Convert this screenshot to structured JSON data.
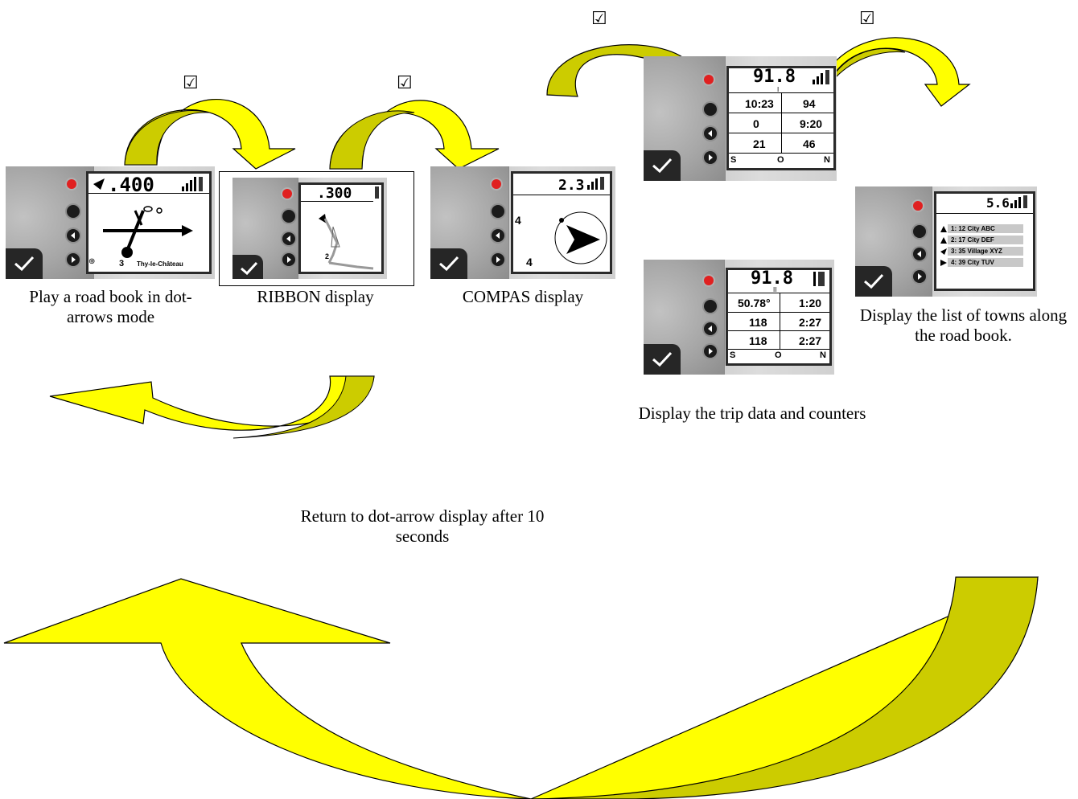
{
  "checkmarks": [
    "☑",
    "☑",
    "☑",
    "☑"
  ],
  "colors": {
    "arrow_fill": "#ffff00",
    "arrow_shade": "#cccc00",
    "arrow_stroke": "#000000",
    "device_screen": "#ffffff",
    "power_button": "#e02020"
  },
  "devices": {
    "dot_arrows": {
      "distance": ".400",
      "waypoint_number": "3",
      "town": "Thy-le-Château"
    },
    "ribbon": {
      "distance": ".300",
      "waypoint_number": "2"
    },
    "compas": {
      "distance": "2.3",
      "value_top": "4",
      "value_bottom": "4"
    },
    "trip1": {
      "distance": "91.8",
      "page": "I",
      "cells": [
        "10:23",
        "94",
        "0",
        "9:20",
        "21",
        "46"
      ],
      "compass_letters": [
        "S",
        "O",
        "N"
      ]
    },
    "trip2": {
      "distance": "91.8",
      "page": "II",
      "cells": [
        "50.78°",
        "1:20",
        "118",
        "2:27",
        "118",
        "2:27"
      ],
      "compass_letters": [
        "S",
        "O",
        "N"
      ]
    },
    "towns": {
      "distance": "5.6",
      "list": [
        "1: 12 City ABC",
        "2: 17 City DEF",
        "3: 35 Village XYZ",
        "4: 39 City TUV"
      ]
    }
  },
  "captions": {
    "dot_arrows": "Play a road book in dot-arrows mode",
    "ribbon": "RIBBON display",
    "compas": "COMPAS display",
    "towns": "Display the list of towns along the road book.",
    "trip": "Display the trip data and counters",
    "return": "Return to dot-arrow display after 10 seconds"
  },
  "icons": [
    "checkbox-icon",
    "signal-bars-icon",
    "battery-icon",
    "power-icon",
    "menu-icon",
    "left-arrow-icon",
    "right-arrow-icon",
    "logo-check-icon",
    "compass-arrow-icon"
  ]
}
